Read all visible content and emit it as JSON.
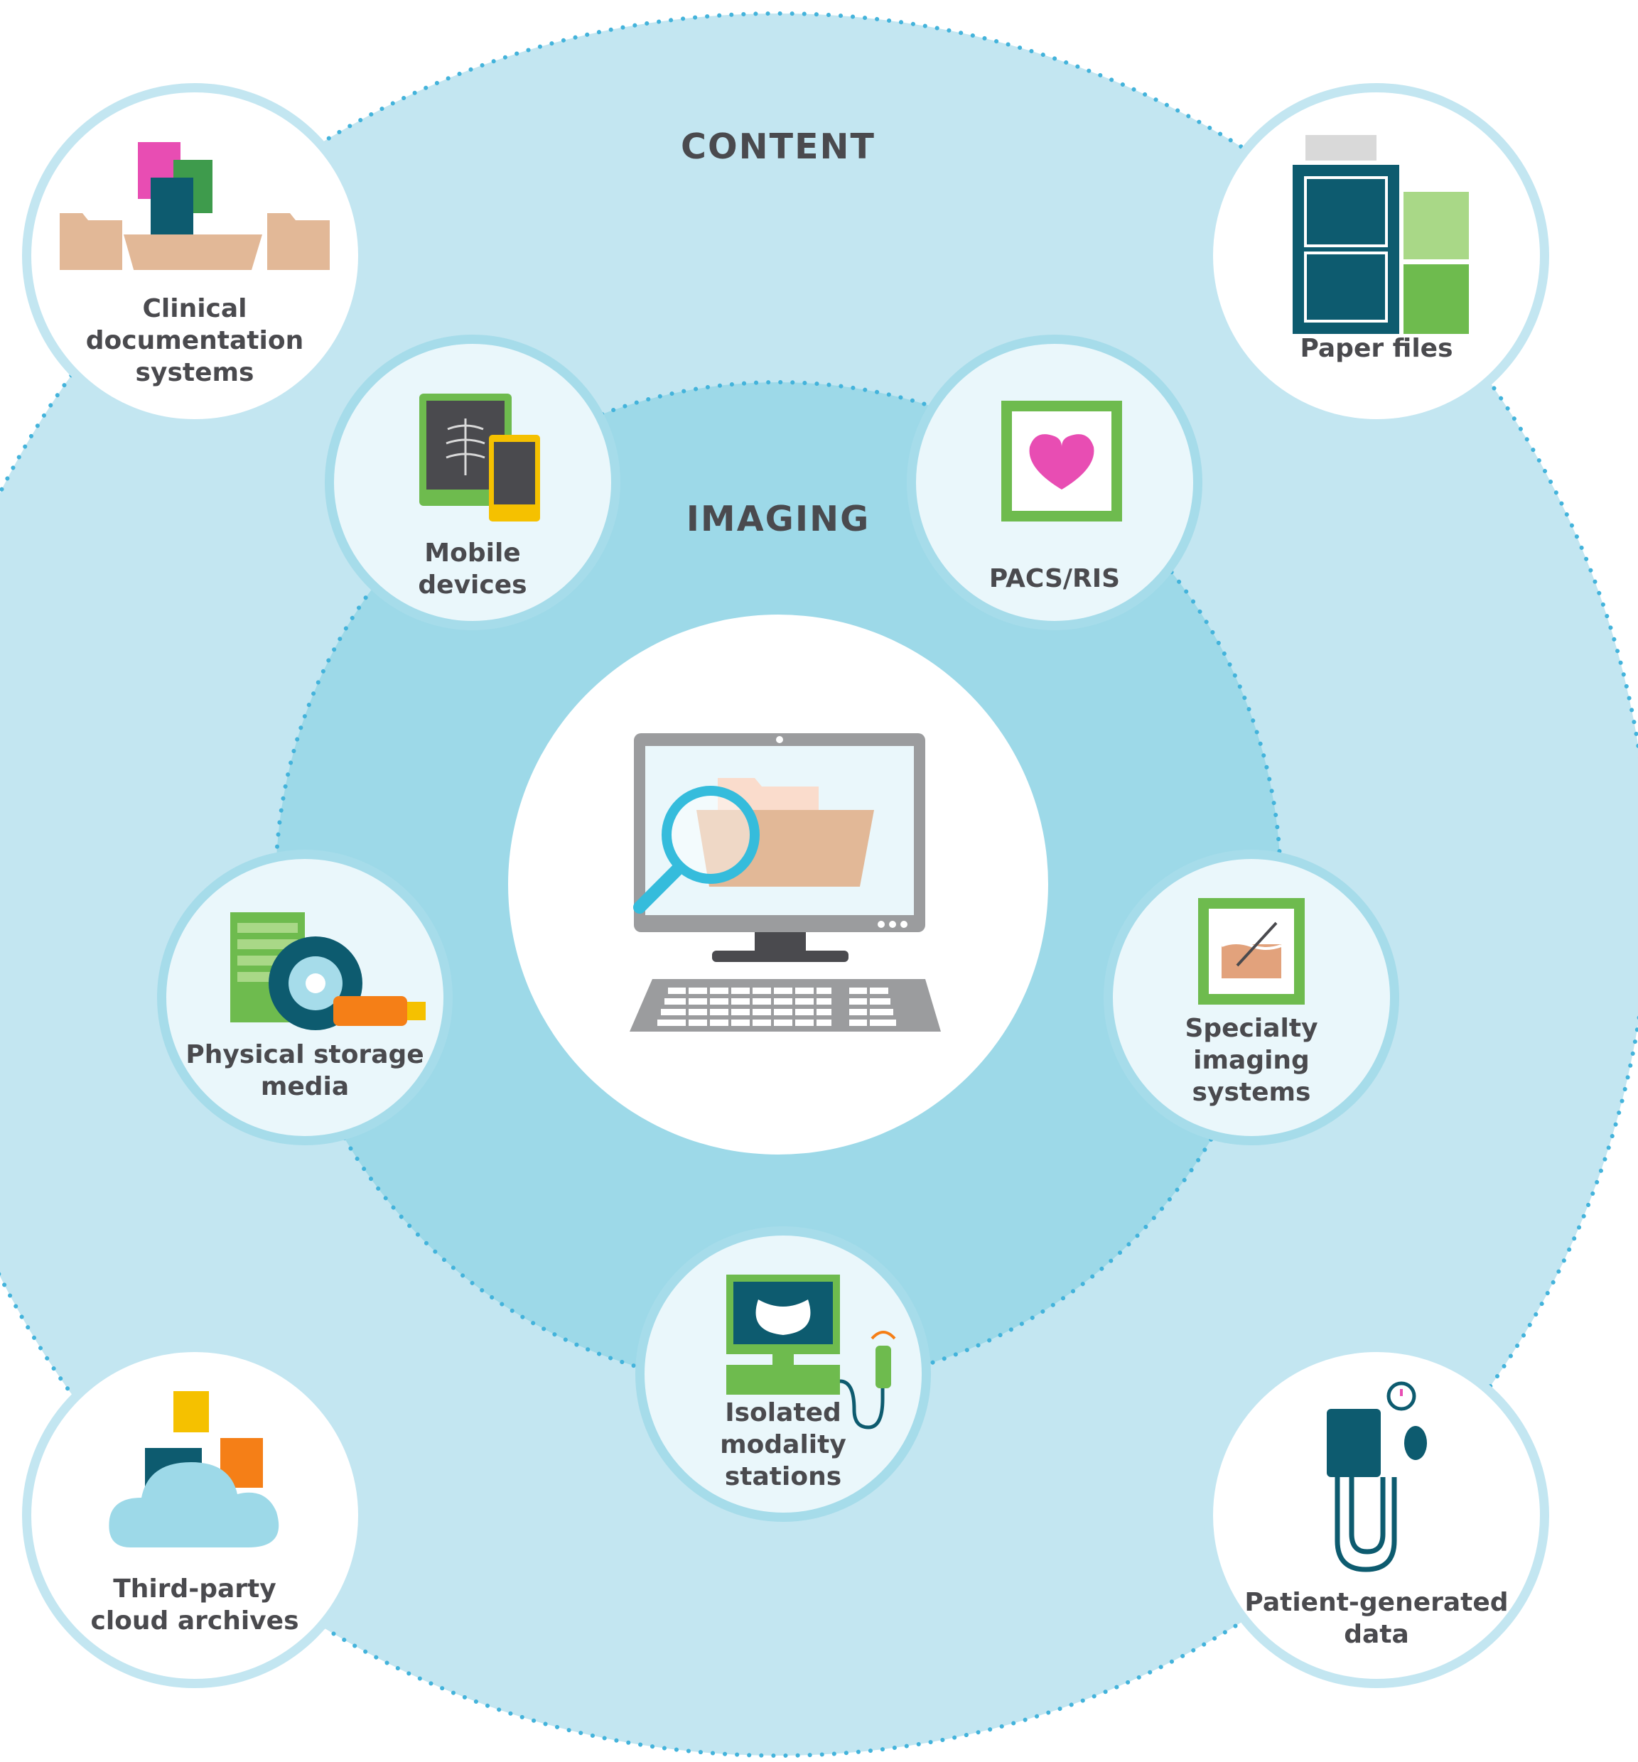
{
  "rings": {
    "outer_title": "CONTENT",
    "inner_title": "IMAGING"
  },
  "colors": {
    "outer_ring": "#c3e6f1",
    "inner_ring": "#9dd9e8",
    "dots": "#43b3db",
    "text": "#4a4a4e",
    "accent_teal": "#0d5b6f",
    "accent_green": "#6ebb4e",
    "accent_cyan": "#35bcdc"
  },
  "outer_nodes": [
    {
      "label": "Clinical\ndocumentation\nsystems",
      "icon": "folders-documents-icon"
    },
    {
      "label": "Paper files",
      "icon": "filing-cabinet-icon"
    },
    {
      "label": "Third-party\ncloud archives",
      "icon": "cloud-files-icon"
    },
    {
      "label": "Patient-generated\ndata",
      "icon": "blood-pressure-monitor-icon"
    }
  ],
  "inner_nodes": [
    {
      "label": "Mobile\ndevices",
      "icon": "tablet-phone-xray-icon"
    },
    {
      "label": "PACS/RIS",
      "icon": "heart-image-icon"
    },
    {
      "label": "Physical storage\nmedia",
      "icon": "disc-usb-icon"
    },
    {
      "label": "Specialty\nimaging\nsystems",
      "icon": "skin-image-icon"
    },
    {
      "label": "Isolated\nmodality\nstations",
      "icon": "ultrasound-station-icon"
    }
  ],
  "center": {
    "icon": "computer-search-icon"
  }
}
